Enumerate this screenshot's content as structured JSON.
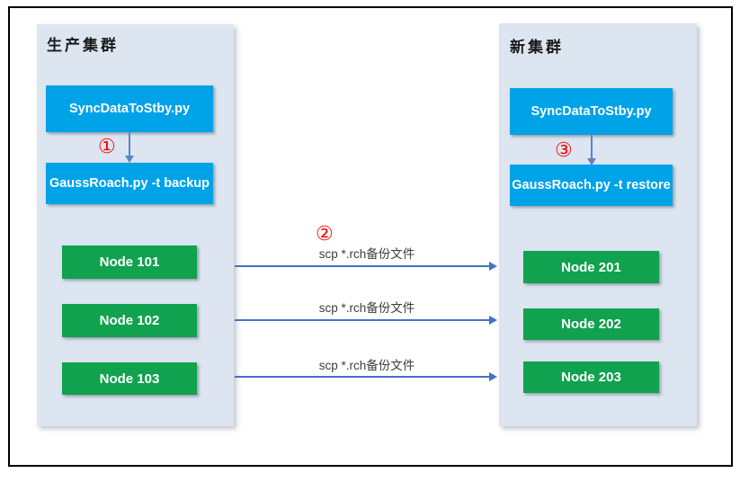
{
  "clusters": {
    "production": {
      "title": "生产集群",
      "sync_box": "SyncDataToStby.py",
      "roach_box": "GaussRoach.py -t backup",
      "nodes": [
        "Node 101",
        "Node 102",
        "Node 103"
      ]
    },
    "new": {
      "title": "新集群",
      "sync_box": "SyncDataToStby.py",
      "roach_box": "GaussRoach.py -t restore",
      "nodes": [
        "Node 201",
        "Node 202",
        "Node 203"
      ]
    }
  },
  "steps": {
    "step1": "①",
    "step2": "②",
    "step3": "③"
  },
  "transfers": {
    "label": "scp *.rch备份文件"
  },
  "colors": {
    "panel_bg": "#dce5f0",
    "blue_box": "#00a2e8",
    "green_box": "#10a24e",
    "horizontal_arrow": "#4472c4",
    "vertical_arrow": "#5b84c6",
    "step_red": "#ff0000",
    "outer_border": "#000000"
  }
}
